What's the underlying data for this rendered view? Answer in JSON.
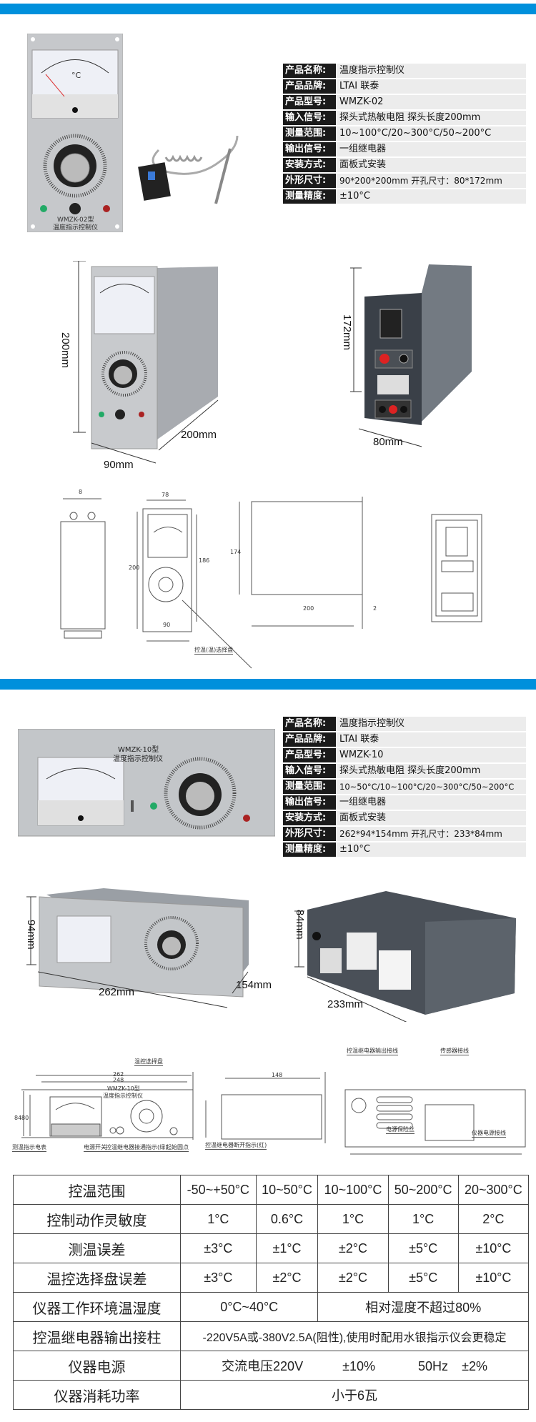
{
  "colors": {
    "accent": "#0090dc",
    "label_bg": "#1a1a1a",
    "value_bg": "#ececec"
  },
  "section1": {
    "specs": [
      {
        "k": "产品名称:",
        "v": "温度指示控制仪"
      },
      {
        "k": "产品品牌:",
        "v": "LTAI 联泰"
      },
      {
        "k": "产品型号:",
        "v": "WMZK-02"
      },
      {
        "k": "输入信号:",
        "v": "探头式热敏电阻 探头长度200mm"
      },
      {
        "k": "测量范围:",
        "v": "10~100°C/20~300°C/50~200°C"
      },
      {
        "k": "输出信号:",
        "v": "一组继电器"
      },
      {
        "k": "安装方式:",
        "v": "面板式安装"
      },
      {
        "k": "外形尺寸:",
        "v": "90*200*200mm 开孔尺寸：80*172mm"
      },
      {
        "k": "测量精度:",
        "v": "±10°C"
      }
    ],
    "device_model": "WMZK-02型",
    "device_name": "温度指示控制仪",
    "meter_unit": "°C",
    "dims": {
      "height": "200mm",
      "depth": "200mm",
      "width": "90mm",
      "back_height": "172mm",
      "back_width": "80mm"
    },
    "drawing": {
      "w8": "8",
      "w78": "78",
      "h200": "200",
      "h186": "186",
      "w90": "90",
      "h174": "174",
      "d200": "200",
      "t2": "2",
      "dial_label": "控温(温)选择盘"
    }
  },
  "section2": {
    "specs": [
      {
        "k": "产品名称:",
        "v": "温度指示控制仪"
      },
      {
        "k": "产品品牌:",
        "v": "LTAI 联泰"
      },
      {
        "k": "产品型号:",
        "v": "WMZK-10"
      },
      {
        "k": "输入信号:",
        "v": "探头式热敏电阻 探头长度200mm"
      },
      {
        "k": "测量范围:",
        "v": "10~50°C/10~100°C/20~300°C/50~200°C"
      },
      {
        "k": "输出信号:",
        "v": "一组继电器"
      },
      {
        "k": "安装方式:",
        "v": "面板式安装"
      },
      {
        "k": "外形尺寸:",
        "v": "262*94*154mm 开孔尺寸：233*84mm"
      },
      {
        "k": "测量精度:",
        "v": "±10°C"
      }
    ],
    "device_model": "WMZK-10型",
    "device_name": "温度指示控制仪",
    "dims": {
      "height": "94mm",
      "width": "262mm",
      "depth": "154mm",
      "back_height": "84mm",
      "back_width": "233mm"
    },
    "drawing": {
      "w262": "262",
      "w248": "248",
      "model": "WMZK-10型",
      "name": "温度指示控制仪",
      "h84": "84",
      "h80": "80",
      "d148": "148",
      "l_dial": "温控选择盘",
      "l_meter": "测温指示电表",
      "l_power": "电源开关",
      "l_green": "控温继电器接通指示(绿)",
      "l_origin": "起始圆点",
      "l_red": "控温继电器断开指示(红)",
      "l_relay_out": "控温继电器输出接线",
      "l_sensor": "传感器接线",
      "l_fuse": "电源保险丝",
      "l_supply": "仪器电源接线"
    }
  },
  "params_table": {
    "ranges_label": "控温范围",
    "ranges": [
      "-50~+50°C",
      "10~50°C",
      "10~100°C",
      "50~200°C",
      "20~300°C"
    ],
    "sens_label": "控制动作灵敏度",
    "sens": [
      "1°C",
      "0.6°C",
      "1°C",
      "1°C",
      "2°C"
    ],
    "err_label": "测温误差",
    "err": [
      "±3°C",
      "±1°C",
      "±2°C",
      "±5°C",
      "±10°C"
    ],
    "dial_err_label": "温控选择盘误差",
    "dial_err": [
      "±3°C",
      "±2°C",
      "±2°C",
      "±5°C",
      "±10°C"
    ],
    "env_label": "仪器工作环境温湿度",
    "env_temp": "0°C~40°C",
    "env_hum": "相对湿度不超过80%",
    "relay_label": "控温继电器输出接柱",
    "relay": "-220V5A或-380V2.5A(阻性),使用时配用水银指示仪会更稳定",
    "power_label": "仪器电源",
    "power_v": "交流电压220V",
    "power_vtol": "±10%",
    "power_f": "50Hz",
    "power_ftol": "±2%",
    "consume_label": "仪器消耗功率",
    "consume": "小于6瓦"
  }
}
